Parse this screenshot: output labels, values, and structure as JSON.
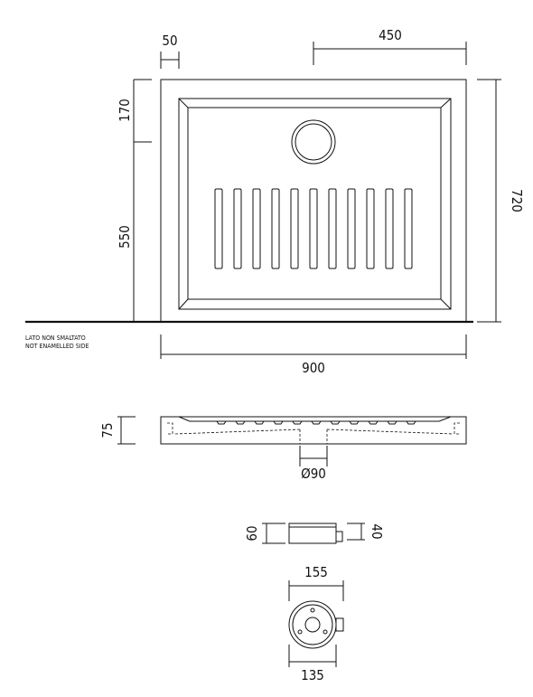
{
  "top_view": {
    "dim_rim": "50",
    "dim_offset": "450",
    "dim_top": "170",
    "dim_bottom": "550",
    "dim_height": "720",
    "dim_width": "900",
    "note_it": "LATO NON SMALTATO",
    "note_en": "NOT ENAMELLED SIDE"
  },
  "section_view": {
    "dim_depth": "75",
    "dim_drain": "Ø90"
  },
  "waste_side_view": {
    "dim_left": "60",
    "dim_right": "40"
  },
  "waste_top_view": {
    "dim_outer": "155",
    "dim_inner": "135"
  }
}
